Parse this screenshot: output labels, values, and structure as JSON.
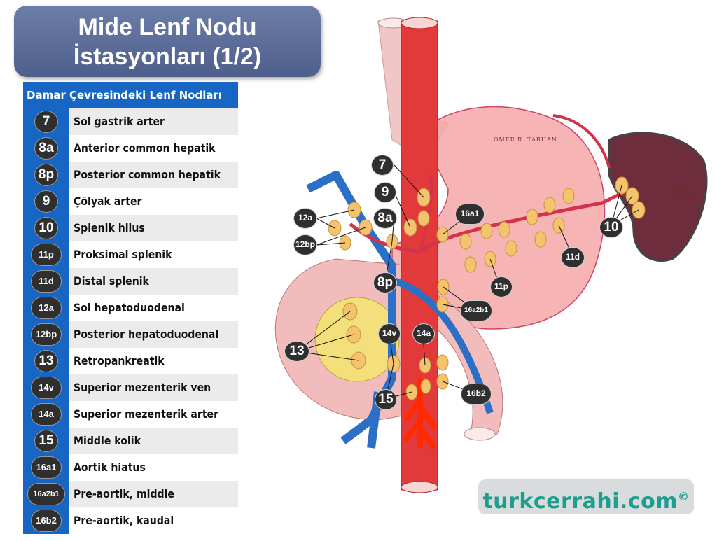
{
  "title": {
    "line1": "Mide Lenf Nodu",
    "line2": "İstasyonları (1/2)"
  },
  "legend": {
    "header": "Damar Çevresindeki Lenf Nodları",
    "rows": [
      {
        "code": "7",
        "label": "Sol gastrik arter"
      },
      {
        "code": "8a",
        "label": "Anterior common hepatik"
      },
      {
        "code": "8p",
        "label": "Posterior common hepatik"
      },
      {
        "code": "9",
        "label": "Çölyak arter"
      },
      {
        "code": "10",
        "label": "Splenik hilus"
      },
      {
        "code": "11p",
        "label": "Proksimal splenik"
      },
      {
        "code": "11d",
        "label": "Distal splenik"
      },
      {
        "code": "12a",
        "label": "Sol hepatoduodenal"
      },
      {
        "code": "12bp",
        "label": "Posterior hepatoduodenal"
      },
      {
        "code": "13",
        "label": "Retropankreatik"
      },
      {
        "code": "14v",
        "label": "Superior mezenterik ven"
      },
      {
        "code": "14a",
        "label": "Superior mezenterik arter"
      },
      {
        "code": "15",
        "label": "Middle kolik"
      },
      {
        "code": "16a1",
        "label": "Aortik hiatus"
      },
      {
        "code": "16a2b1",
        "label": "Pre-aortik, middle"
      },
      {
        "code": "16b2",
        "label": "Pre-aortik, kaudal"
      }
    ]
  },
  "diagram": {
    "station_labels": [
      "7",
      "9",
      "8a",
      "12a",
      "12bp",
      "8p",
      "16a1",
      "10",
      "11d",
      "11p",
      "16a2b1",
      "13",
      "14v",
      "14a",
      "15",
      "16b2"
    ],
    "signature_1": "ÖMER R. TARHAN",
    "signature_2": "ÖMER R. TARHAN"
  },
  "watermark": {
    "text": "turkcerrahi.com",
    "symbol": "©"
  },
  "colors": {
    "badge": "#2f2f2f",
    "header": "#1866c4",
    "watermark_text": "#1e9e8e",
    "aorta": "#e23a3a",
    "vein": "#2c6fc6",
    "node": "#f2c46a"
  }
}
